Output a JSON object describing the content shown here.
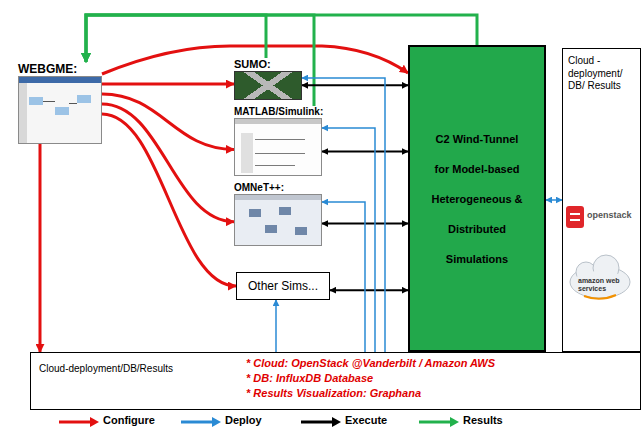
{
  "diagram": {
    "nodes": [
      {
        "text": [
          "WEBGME:"
        ]
      },
      {
        "text": [
          "SUMO:"
        ]
      },
      {
        "text": [
          "MATLAB/Simulink:"
        ]
      },
      {
        "text": [
          "OMNeT++:"
        ]
      },
      {
        "text": [
          "Other Sims..."
        ]
      },
      {
        "text": [
          "C2 Wind-Tunnel for Model-based Heterogeneous & Distributed Simulations"
        ]
      },
      {
        "text": [
          "Cloud -deployment/ DB/ Results"
        ]
      },
      {
        "text": [
          "Cloud-deployment/DB/Results",
          "* Cloud: OpenStack @Vanderbilt / Amazon AWS",
          "* DB: InfluxDB Database",
          "* Results Visualization: Graphana"
        ]
      }
    ],
    "edges": [
      {
        "from": 0,
        "to": 1,
        "arrow": "to"
      },
      {
        "from": 0,
        "to": 2,
        "arrow": "to"
      },
      {
        "from": 0,
        "to": 3,
        "arrow": "to"
      },
      {
        "from": 0,
        "to": 4,
        "arrow": "to"
      },
      {
        "from": 0,
        "to": 5,
        "arrow": "to"
      },
      {
        "from": 0,
        "to": 7,
        "arrow": "to"
      },
      {
        "from": 1,
        "to": 0,
        "arrow": "to"
      },
      {
        "from": 2,
        "to": 0,
        "arrow": "to"
      },
      {
        "from": 5,
        "to": 0,
        "arrow": "to"
      },
      {
        "from": 1,
        "to": 5,
        "arrow": "both"
      },
      {
        "from": 2,
        "to": 5,
        "arrow": "both"
      },
      {
        "from": 3,
        "to": 5,
        "arrow": "both"
      },
      {
        "from": 4,
        "to": 5,
        "arrow": "both"
      },
      {
        "from": 5,
        "to": 6,
        "arrow": "both"
      },
      {
        "from": 7,
        "to": 1,
        "arrow": "to"
      },
      {
        "from": 7,
        "to": 2,
        "arrow": "to"
      },
      {
        "from": 7,
        "to": 3,
        "arrow": "to"
      },
      {
        "from": 7,
        "to": 4,
        "arrow": "to"
      }
    ],
    "labels": [
      "openstack",
      "amazon web services"
    ],
    "legend": [
      {
        "text": "Configure",
        "color": "#e31010"
      },
      {
        "text": "Deploy",
        "color": "#2a8ad4"
      },
      {
        "text": "Execute",
        "color": "#000000"
      },
      {
        "text": "Results",
        "color": "#22b14c"
      }
    ]
  }
}
